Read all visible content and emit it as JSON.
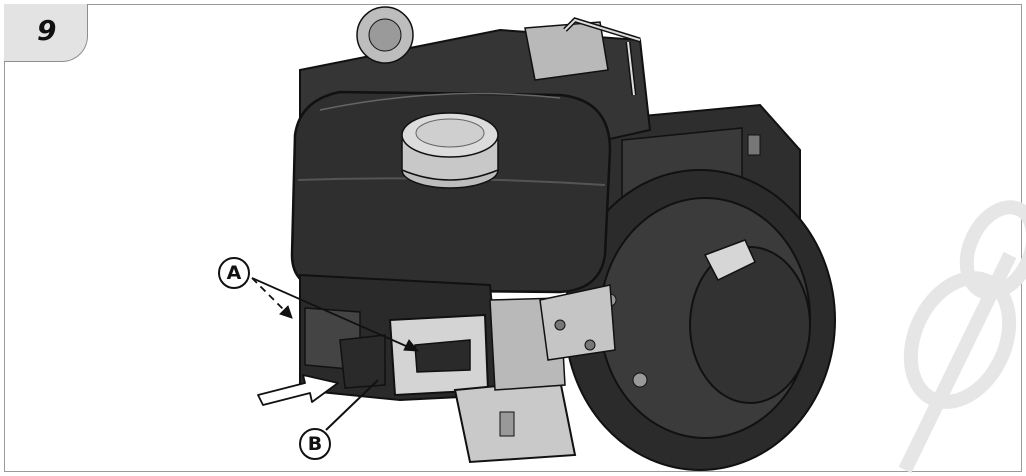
{
  "figure": {
    "number": "9"
  },
  "callouts": {
    "a": "A",
    "b": "B"
  },
  "watermark": {
    "text": "prod",
    "color": "#e6e6e6"
  },
  "colors": {
    "frame_border": "#9a9a9a",
    "tab_fill": "#e3e3e3",
    "engine_dark": "#2c2c2c",
    "engine_mid": "#4a4a4a",
    "bracket_light": "#bdbdbd"
  }
}
